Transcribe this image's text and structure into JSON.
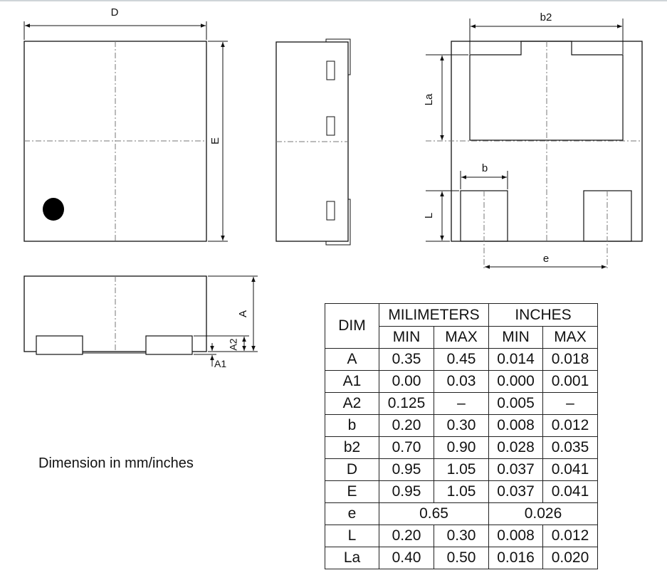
{
  "caption": "Dimension in mm/inches",
  "labels": {
    "D": "D",
    "E": "E",
    "b2": "b2",
    "La": "La",
    "b": "b",
    "L": "L",
    "e": "e",
    "A": "A",
    "A2": "A2",
    "A1": "A1"
  },
  "table": {
    "header": {
      "dim": "DIM",
      "millimeters": "MILIMETERS",
      "inches": "INCHES",
      "min": "MIN",
      "max": "MAX"
    },
    "rows": [
      {
        "dim": "A",
        "mm_min": "0.35",
        "mm_max": "0.45",
        "in_min": "0.014",
        "in_max": "0.018"
      },
      {
        "dim": "A1",
        "mm_min": "0.00",
        "mm_max": "0.03",
        "in_min": "0.000",
        "in_max": "0.001"
      },
      {
        "dim": "A2",
        "mm_min": "0.125",
        "mm_max": "–",
        "in_min": "0.005",
        "in_max": "–"
      },
      {
        "dim": "b",
        "mm_min": "0.20",
        "mm_max": "0.30",
        "in_min": "0.008",
        "in_max": "0.012"
      },
      {
        "dim": "b2",
        "mm_min": "0.70",
        "mm_max": "0.90",
        "in_min": "0.028",
        "in_max": "0.035"
      },
      {
        "dim": "D",
        "mm_min": "0.95",
        "mm_max": "1.05",
        "in_min": "0.037",
        "in_max": "0.041"
      },
      {
        "dim": "E",
        "mm_min": "0.95",
        "mm_max": "1.05",
        "in_min": "0.037",
        "in_max": "0.041"
      },
      {
        "dim": "e",
        "mm_nom": "0.65",
        "in_nom": "0.026"
      },
      {
        "dim": "L",
        "mm_min": "0.20",
        "mm_max": "0.30",
        "in_min": "0.008",
        "in_max": "0.012"
      },
      {
        "dim": "La",
        "mm_min": "0.40",
        "mm_max": "0.50",
        "in_min": "0.016",
        "in_max": "0.020"
      }
    ]
  }
}
